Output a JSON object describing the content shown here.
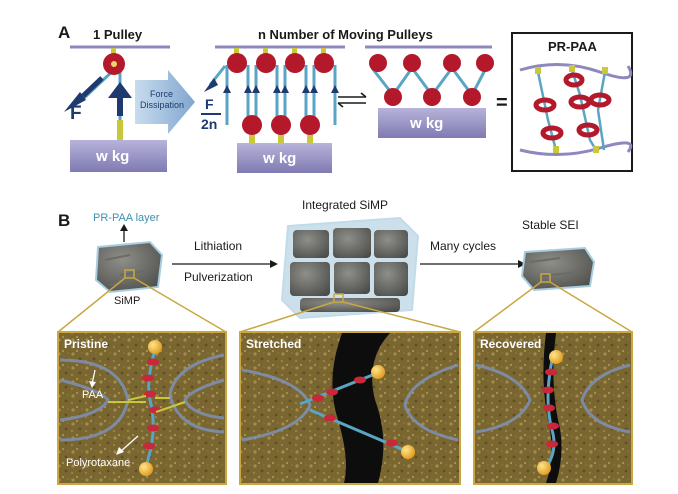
{
  "panel_a": {
    "letter": "A",
    "one_pulley_title": "1 Pulley",
    "n_pulleys_title": "n Number of Moving Pulleys",
    "force_label": "F",
    "arrow_text_line1": "Force",
    "arrow_text_line2": "Dissipation",
    "fraction_numerator": "F",
    "fraction_denominator": "2n",
    "weight_label": "w kg",
    "equals": "=",
    "pr_paa_title": "PR-PAA"
  },
  "panel_b": {
    "letter": "B",
    "pr_paa_layer": "PR-PAA layer",
    "simp_label": "SiMP",
    "lithiation": "Lithiation",
    "pulverization": "Pulverization",
    "integrated_simp": "Integrated SiMP",
    "many_cycles": "Many cycles",
    "stable_sei": "Stable SEI",
    "pristine": "Pristine",
    "stretched": "Stretched",
    "recovered": "Recovered",
    "paa": "PAA",
    "polyrotaxane": "Polyrotaxane"
  },
  "colors": {
    "navy": "#1e3a6e",
    "pulley_red": "#b4182b",
    "rope_teal": "#5aa5c4",
    "weight_lavender": "#8d88bd",
    "gold_frame": "#c9a741",
    "soil": "#7e6a2e"
  }
}
